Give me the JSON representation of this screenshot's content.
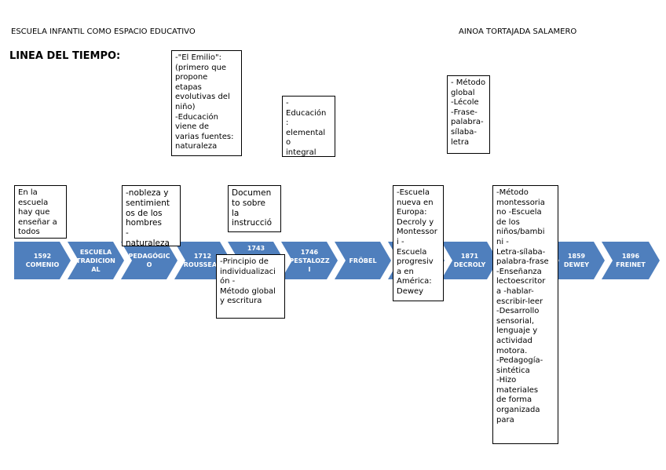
{
  "header": {
    "left": "ESCUELA INFANTIL COMO ESPACIO EDUCATIVO",
    "right": "AINOA TORTAJADA SALAMERO"
  },
  "title": "LINEA DEL TIEMPO:",
  "arrows": [
    {
      "l1": "1592",
      "l2": "COMENIO",
      "l3": ""
    },
    {
      "l1": "ESCUELA",
      "l2": "TRADICION",
      "l3": "AL"
    },
    {
      "l1": "",
      "l2": "PEDAGÓGIC",
      "l3": "O"
    },
    {
      "l1": "1712",
      "l2": "ROUSSEAU",
      "l3": ""
    },
    {
      "l1": "1743",
      "l2": "",
      "l3": ""
    },
    {
      "l1": "1746",
      "l2": "PESTALOZZ",
      "l3": "I"
    },
    {
      "l1": "FRÖBEL",
      "l2": "",
      "l3": ""
    },
    {
      "l1": "",
      "l2": "",
      "l3": ""
    },
    {
      "l1": "1871",
      "l2": "DECROLY",
      "l3": ""
    },
    {
      "l1": "",
      "l2": "",
      "l3": ""
    },
    {
      "l1": "1859",
      "l2": "DEWEY",
      "l3": ""
    },
    {
      "l1": "1896",
      "l2": "FREINET",
      "l3": ""
    }
  ],
  "notes": {
    "comenio": [
      "En la",
      "escuela",
      "hay que",
      "enseñar a",
      "todos"
    ],
    "pedagogico": [
      "-nobleza y",
      "sentimient",
      "os de los",
      "hombres",
      "-",
      "naturaleza"
    ],
    "rousseau": [
      "-\"El Emilio\":",
      "(primero que",
      "propone",
      "etapas",
      "evolutivas del",
      "niño)",
      "-Educación",
      "viene de",
      "varias fuentes:",
      "naturaleza"
    ],
    "documento": [
      "Documen",
      "to sobre",
      "la",
      "instrucció"
    ],
    "principio": [
      "-Principio de",
      "individualizaci",
      "ón        -",
      "Método global",
      "y escritura"
    ],
    "educacion": [
      "-",
      "Educación",
      ":",
      "elemental",
      "o",
      "integral"
    ],
    "escuela_nueva": [
      "-Escuela",
      "nueva en",
      "Europa:",
      "Decroly y",
      "Montessor",
      "i          -",
      "Escuela",
      "progresiv",
      "a en",
      "América:",
      "Dewey"
    ],
    "decroly": [
      "- Método",
      "global",
      "-Lécole",
      "-Frase-",
      "palabra-",
      "sílaba-",
      "letra"
    ],
    "montessori": [
      "-Método",
      "montessoria",
      "no  -Escuela",
      "de los",
      "niños/bambi",
      "ni            -",
      "Letra-sílaba-",
      "palabra-frase",
      "-Enseñanza",
      "lectoescritor",
      "a    -hablar-",
      "escribir-leer",
      "-Desarrollo",
      "sensorial,",
      "lenguaje y",
      "actividad",
      "motora.",
      "-Pedagogía-",
      "sintética",
      "-Hizo",
      "materiales",
      "de forma",
      "organizada",
      "para"
    ]
  },
  "colors": {
    "arrow": "#4f7fbd",
    "arrow_text": "#ffffff"
  }
}
